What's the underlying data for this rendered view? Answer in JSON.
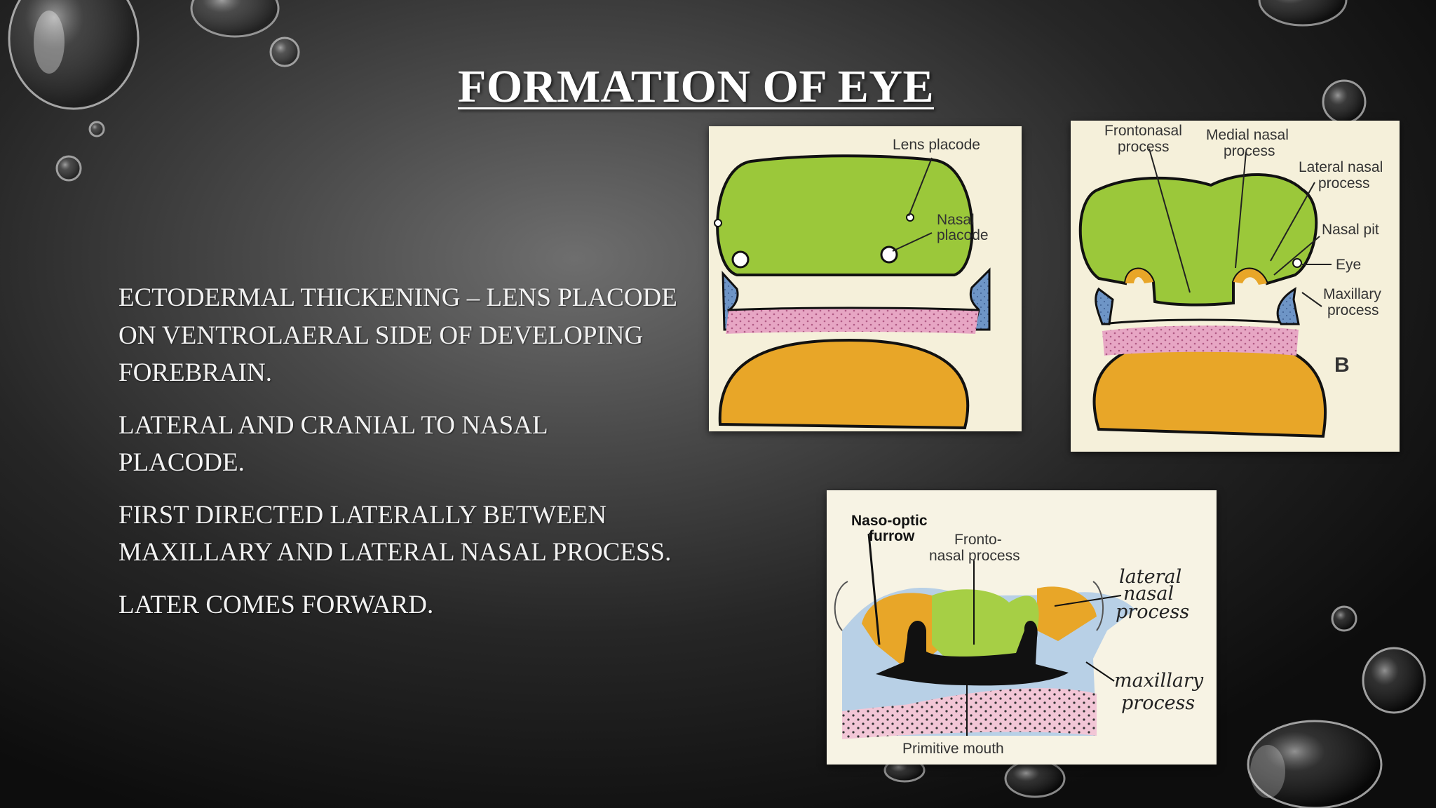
{
  "slide": {
    "title": "FORMATION OF EYE",
    "bullets": [
      "ECTODERMAL THICKENING – LENS PLACODE ON VENTROLAERAL SIDE OF DEVELOPING FOREBRAIN.",
      "LATERAL AND CRANIAL TO NASAL PLACODE.",
      "FIRST DIRECTED LATERALLY BETWEEN MAXILLARY AND LATERAL NASAL PROCESS.",
      "LATER COMES FORWARD."
    ]
  },
  "figures": {
    "a": {
      "lens_placode": "Lens placode",
      "nasal_1": "Nasal",
      "nasal_2": "placode"
    },
    "b": {
      "fronto_1": "Frontonasal",
      "fronto_2": "process",
      "medial_1": "Medial nasal",
      "medial_2": "process",
      "lateral_1": "Lateral nasal",
      "lateral_2": "process",
      "nasal_pit": "Nasal pit",
      "eye": "Eye",
      "maxillary_1": "Maxillary",
      "maxillary_2": "process",
      "panel_letter": "B"
    },
    "c": {
      "furrow_1": "Naso-optic",
      "furrow_2": "furrow",
      "fronto_1": "Fronto-",
      "fronto_2": "nasal process",
      "lateral_1": "lateral",
      "lateral_2": "nasal",
      "lateral_3": "process",
      "maxillary_1": "maxillary",
      "maxillary_2": "process",
      "mouth": "Primitive mouth"
    }
  },
  "colors": {
    "green": "#9bc83a",
    "orange": "#e8a628",
    "pink": "#e7a6c4",
    "blue": "#6e95c6",
    "paper": "#f5f0da"
  }
}
